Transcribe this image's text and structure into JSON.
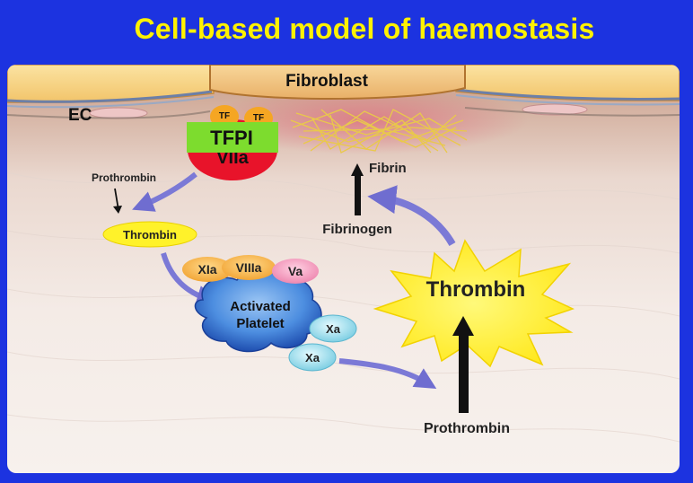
{
  "slide": {
    "title": "Cell-based model of haemostasis"
  },
  "labels": {
    "fibroblast": "Fibroblast",
    "ec": "EC",
    "tf_1": "TF",
    "tf_2": "TF",
    "tfpi": "TFPI",
    "viia": "VIIa",
    "prothrombin_left": "Prothrombin",
    "thrombin_small": "Thrombin",
    "xia": "XIa",
    "viiia": "VIIIa",
    "va": "Va",
    "activated_platelet_1": "Activated",
    "activated_platelet_2": "Platelet",
    "xa_1": "Xa",
    "xa_2": "Xa",
    "fibrin": "Fibrin",
    "fibrinogen": "Fibrinogen",
    "thrombin_large": "Thrombin",
    "prothrombin_bottom": "Prothrombin"
  },
  "colors": {
    "background": "#1c33e0",
    "title": "#fff200",
    "tfpi_box": "#7ddc2e",
    "viia": "#e8132a",
    "tf": "#f5a623",
    "thrombin": "#fff22a",
    "factor_orange": "#f6b94a",
    "va_pink": "#f28fb6",
    "xa_cyan": "#9fe1ef",
    "platelet": "#3d7fd9",
    "arrow": "#7b79d6"
  }
}
